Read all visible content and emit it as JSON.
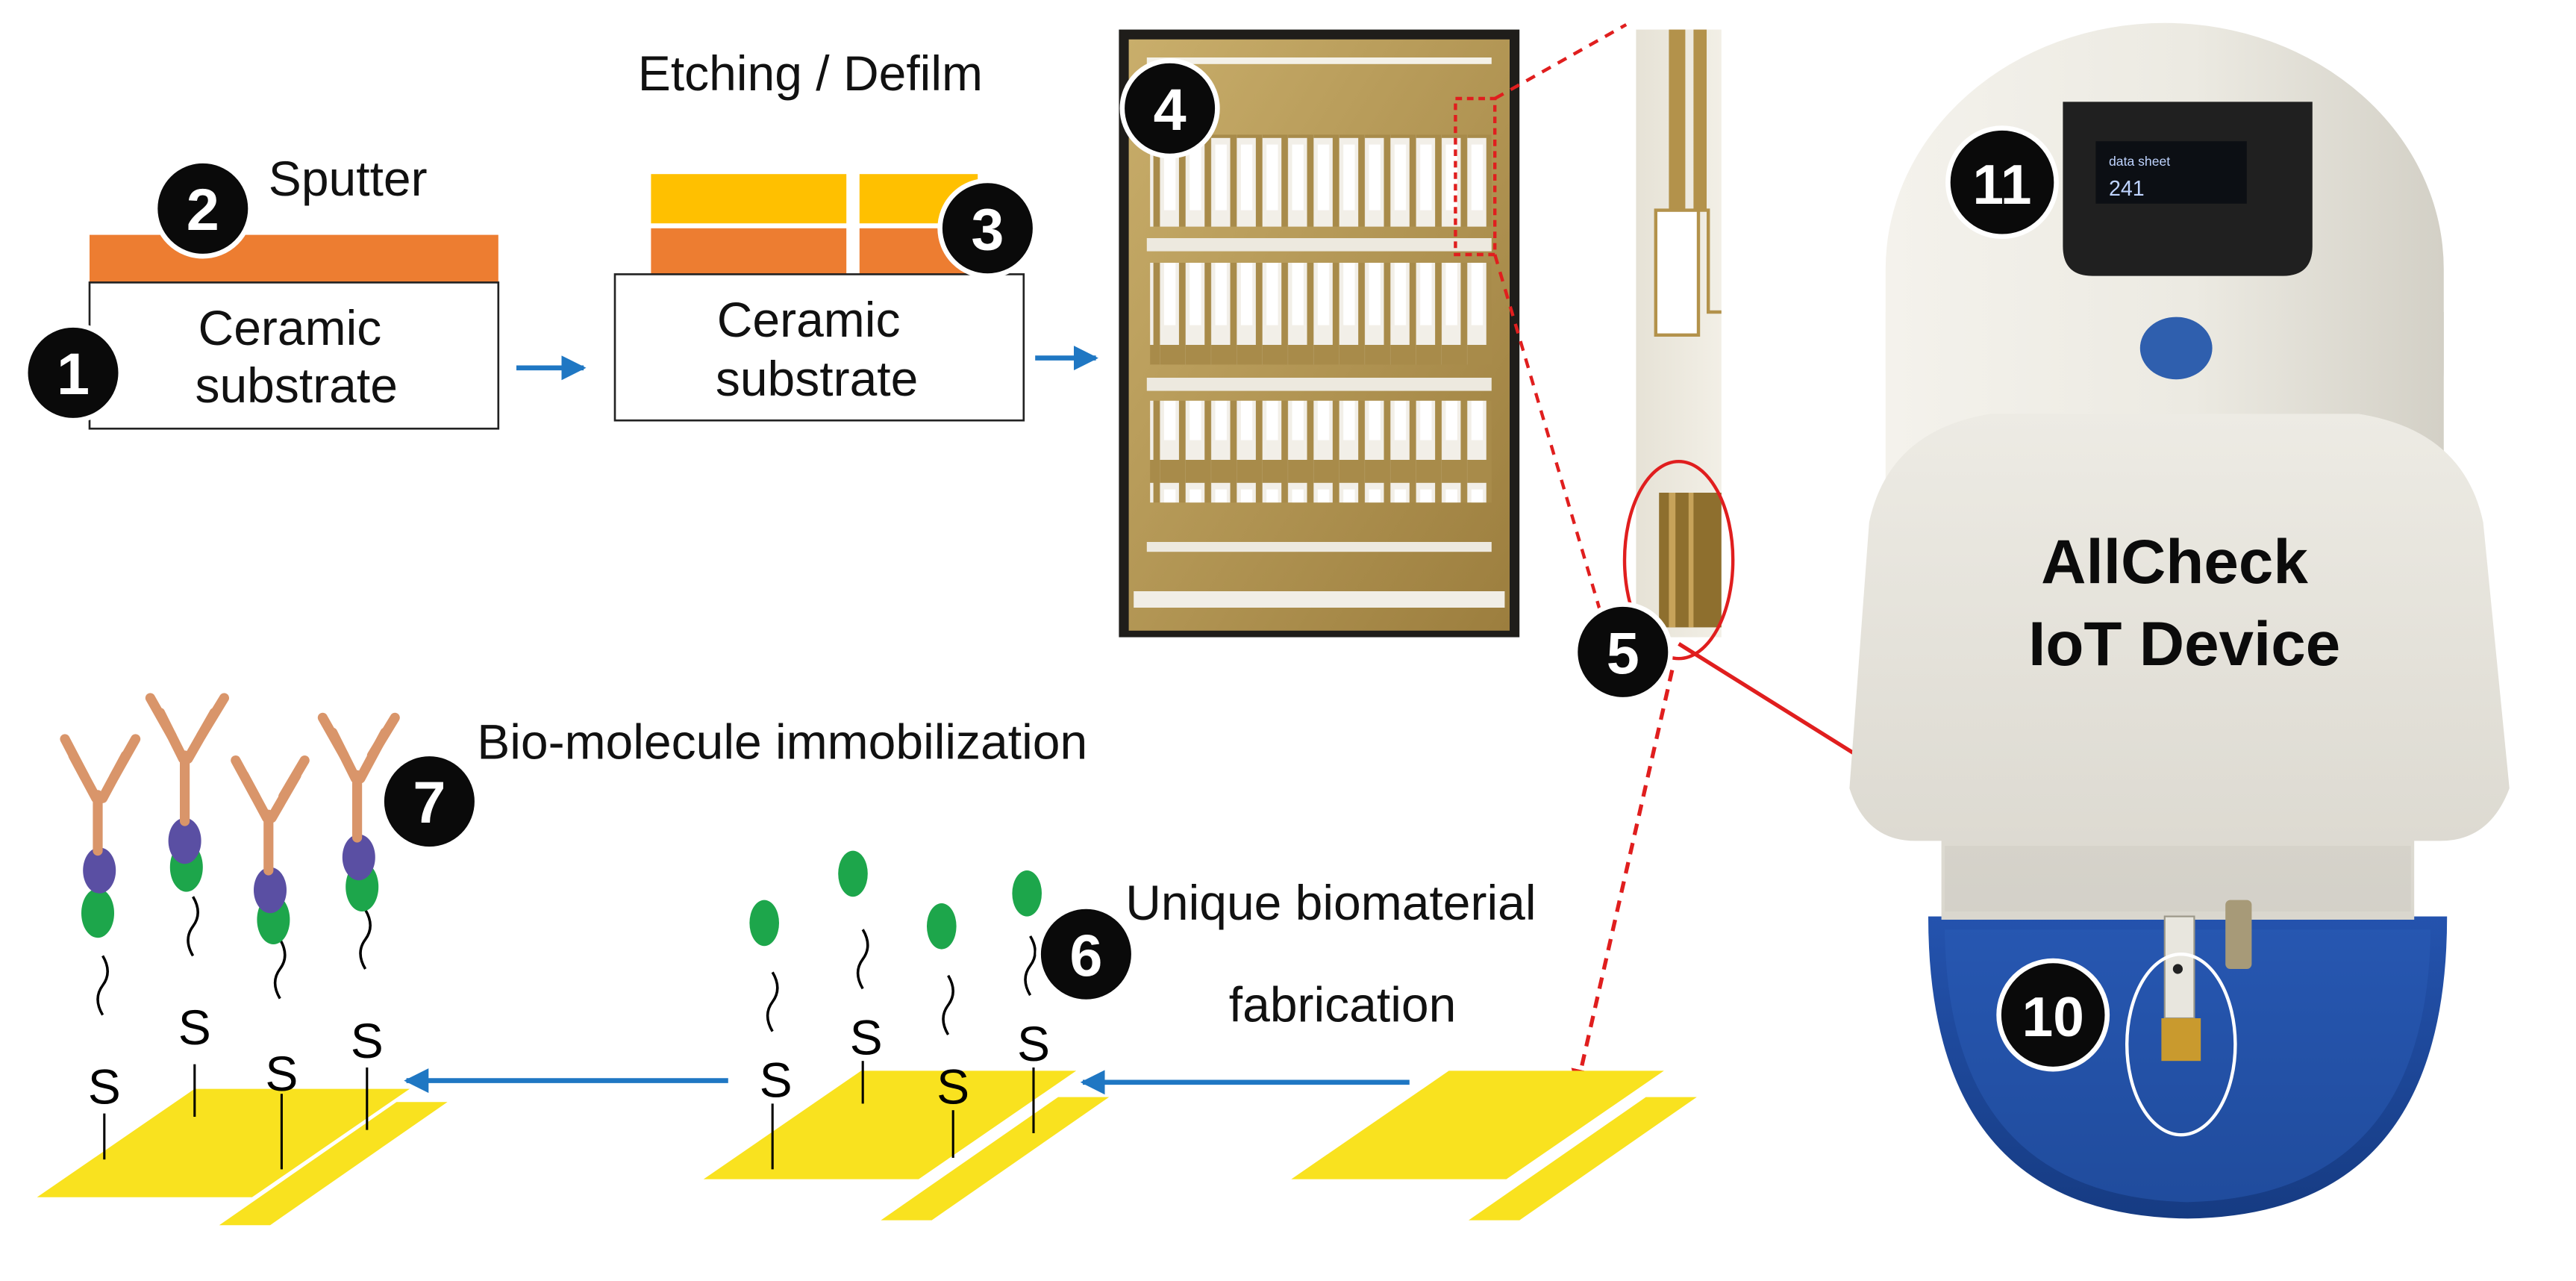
{
  "labels": {
    "sputter": "Sputter",
    "etching": "Etching / Defilm",
    "substrate_line1": "Ceramic",
    "substrate_line2": "substrate",
    "device_line1": "AllCheck",
    "device_line2": "IoT Device",
    "immobilization": "Bio-molecule immobilization",
    "biomaterial_line1": "Unique biomaterial",
    "biomaterial_line2": "fabrication",
    "sulfur": "S",
    "screen_line1": "data sheet",
    "screen_line2": "241"
  },
  "steps": {
    "s1": "1",
    "s2": "2",
    "s3": "3",
    "s4": "4",
    "s5": "5",
    "s6": "6",
    "s7": "7",
    "s10": "10",
    "s11": "11"
  },
  "colors": {
    "copper": "#ED7D31",
    "gold_film": "#FFC000",
    "electrode_yellow": "#F9E21F",
    "arrow_blue": "#1F77C3",
    "callout_red": "#E01E1E",
    "badge_black": "#0A0A0A",
    "antibody_tan": "#D9956A",
    "antigen_purple": "#5A4FA3",
    "linker_green": "#1DA64B",
    "device_shell": "#ECEAE2",
    "device_base_blue": "#1E4FA8",
    "pcb_gold": "#B89A55"
  }
}
